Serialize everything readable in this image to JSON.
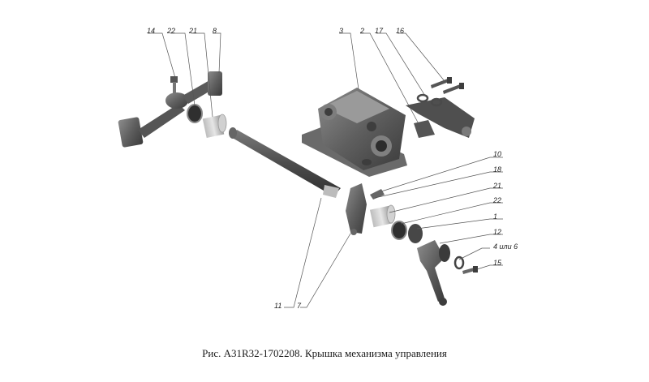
{
  "labels": {
    "p14": "14",
    "p22a": "22",
    "p21a": "21",
    "p8": "8",
    "p3": "3",
    "p2": "2",
    "p17": "17",
    "p16": "16",
    "p10": "10",
    "p18": "18",
    "p21b": "21",
    "p22b": "22",
    "p1": "1",
    "p12": "12",
    "p4or6": "4 или 6",
    "p15": "15",
    "p11": "11",
    "p7": "7"
  },
  "caption": "Рис. А31R32-1702208. Крышка механизма управления",
  "colors": {
    "part_dark": "#4a4a4a",
    "part_mid": "#6e6e6e",
    "part_light": "#9a9a9a"
  }
}
